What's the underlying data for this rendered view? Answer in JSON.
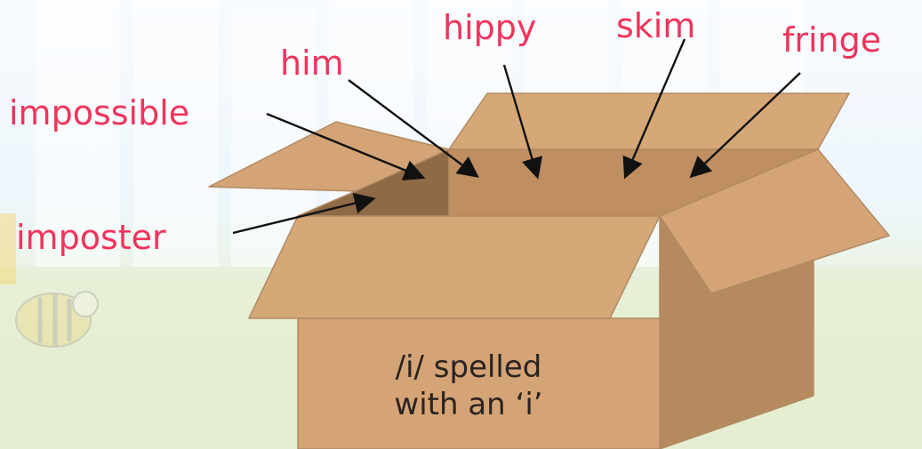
{
  "box": {
    "label_line1": "/i/ spelled",
    "label_line2": "with an ‘i’"
  },
  "words": {
    "impossible": "impossible",
    "him": "him",
    "hippy": "hippy",
    "skim": "skim",
    "fringe": "fringe",
    "imposter": "imposter"
  },
  "colors": {
    "word_color": "#f0345c",
    "box_color": "#d4a476",
    "box_dark": "#b8895e",
    "arrow_color": "#111111"
  }
}
